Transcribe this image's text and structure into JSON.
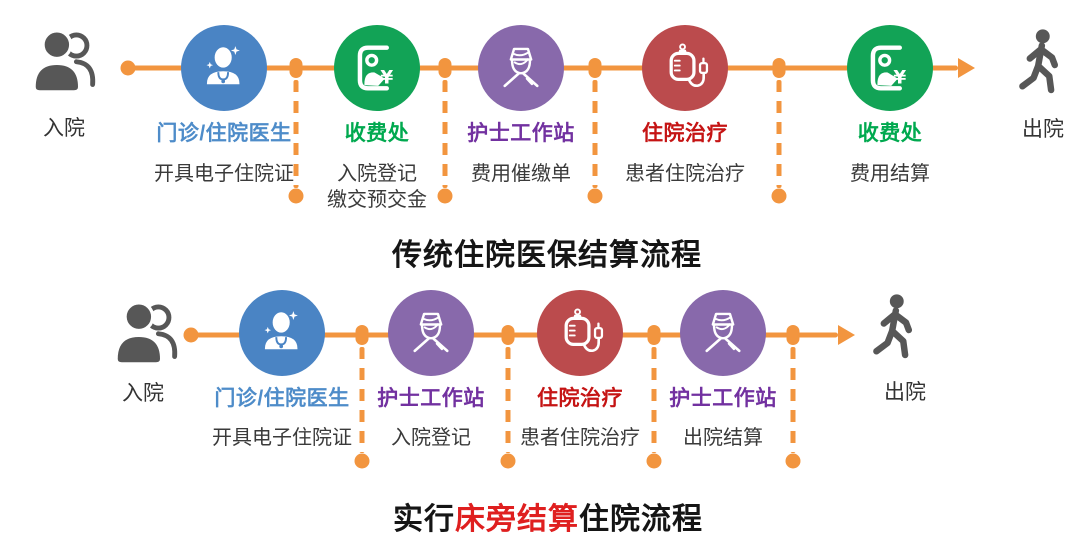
{
  "colors": {
    "connector_orange": "#F2953F",
    "circle_blue": "#4A84C4",
    "circle_green": "#12A356",
    "circle_purple": "#8869AB",
    "circle_red": "#BB4B4D",
    "label_blue": "#4E8CC9",
    "label_green": "#00A94F",
    "label_purple": "#7231A0",
    "label_red": "#C51414",
    "title_highlight_red": "#DF1F1F",
    "person_gray": "#575757",
    "detail_text": "#3A3A3A"
  },
  "flow_traditional": {
    "title": "传统住院医保结算流程",
    "entry_label": "入院",
    "exit_label": "出院",
    "steps": [
      {
        "icon": "doctor-icon",
        "role": "门诊/住院医生",
        "detail": "开具电子住院证"
      },
      {
        "icon": "cashier-icon",
        "role": "收费处",
        "detail": "入院登记\n缴交预交金"
      },
      {
        "icon": "nurse-icon",
        "role": "护士工作站",
        "detail": "费用催缴单"
      },
      {
        "icon": "iv-drip-icon",
        "role": "住院治疗",
        "detail": "患者住院治疗"
      },
      {
        "icon": "cashier-icon",
        "role": "收费处",
        "detail": "费用结算"
      }
    ]
  },
  "flow_bedside": {
    "title_prefix": "实行",
    "title_highlight": "床旁结算",
    "title_suffix": "住院流程",
    "entry_label": "入院",
    "exit_label": "出院",
    "steps": [
      {
        "icon": "doctor-icon",
        "role": "门诊/住院医生",
        "detail": "开具电子住院证"
      },
      {
        "icon": "nurse-icon",
        "role": "护士工作站",
        "detail": "入院登记"
      },
      {
        "icon": "iv-drip-icon",
        "role": "住院治疗",
        "detail": "患者住院治疗"
      },
      {
        "icon": "nurse-icon",
        "role": "护士工作站",
        "detail": "出院结算"
      }
    ]
  }
}
